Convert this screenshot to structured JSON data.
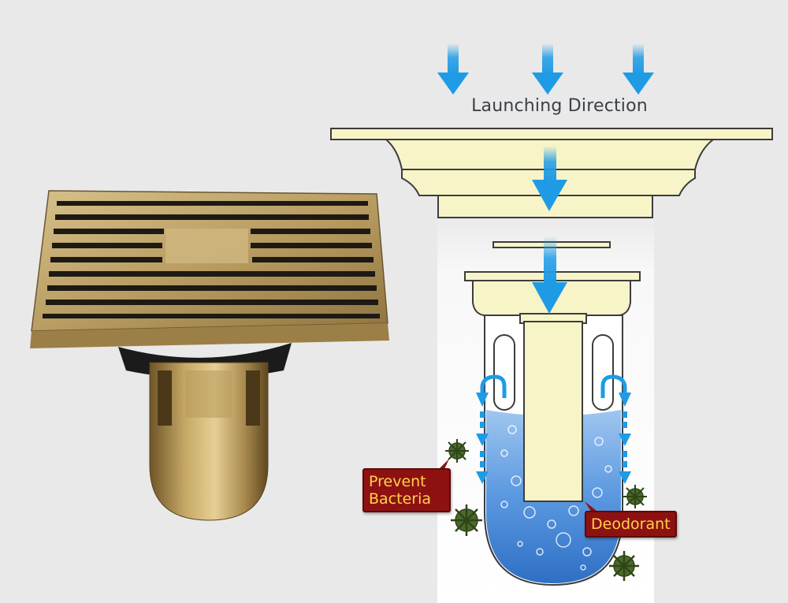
{
  "diagram": {
    "launch_direction": "Launching Direction",
    "prevent_bacteria_line1": "Prevent",
    "prevent_bacteria_line2": "Bacteria",
    "deodorant": "Deodorant"
  },
  "colors": {
    "arrow_blue": "#1f9be6",
    "drain_fill": "#f7f4c8",
    "water_blue": "#4f8fdd",
    "label_red": "#8e1111",
    "label_text": "#ffd24a",
    "brass": "#b89a5e"
  },
  "icons": [
    "down-arrow-icon",
    "u-turn-arrow-icon",
    "bacteria-icon"
  ]
}
